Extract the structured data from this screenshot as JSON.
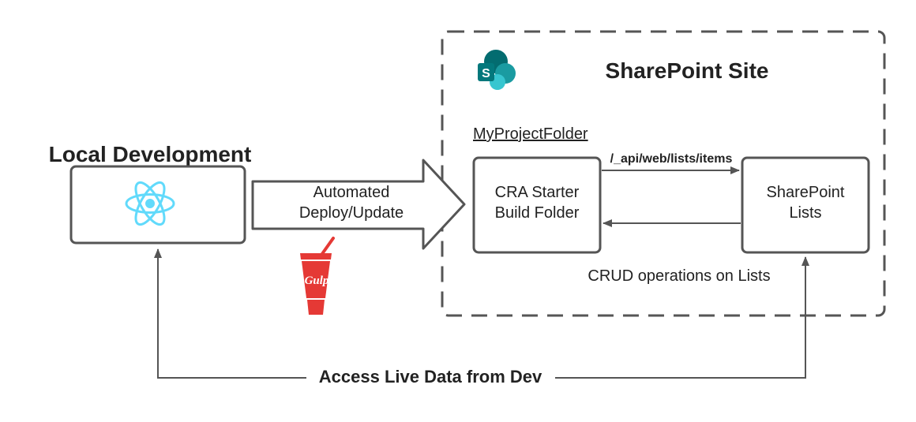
{
  "local": {
    "title": "Local Development",
    "icon": "react-icon"
  },
  "deploy": {
    "label_line1": "Automated",
    "label_line2": "Deploy/Update",
    "tool_icon": "gulp-cup-icon",
    "tool_label": "Gulp"
  },
  "sharepoint": {
    "title": "SharePoint Site",
    "icon": "sharepoint-icon",
    "icon_letter": "S",
    "folder_link": "MyProjectFolder",
    "build_box_line1": "CRA Starter",
    "build_box_line2": "Build Folder",
    "lists_box_line1": "SharePoint",
    "lists_box_line2": "Lists",
    "api_label": "/_api/web/lists/items",
    "crud_label": "CRUD operations on Lists"
  },
  "bottom": {
    "label": "Access Live Data from Dev"
  },
  "colors": {
    "stroke": "#555555",
    "react": "#61dafb",
    "gulp": "#e53935",
    "sharepoint_dark": "#036c70",
    "sharepoint_mid": "#1a9ba1",
    "sharepoint_light": "#37c6d0"
  }
}
